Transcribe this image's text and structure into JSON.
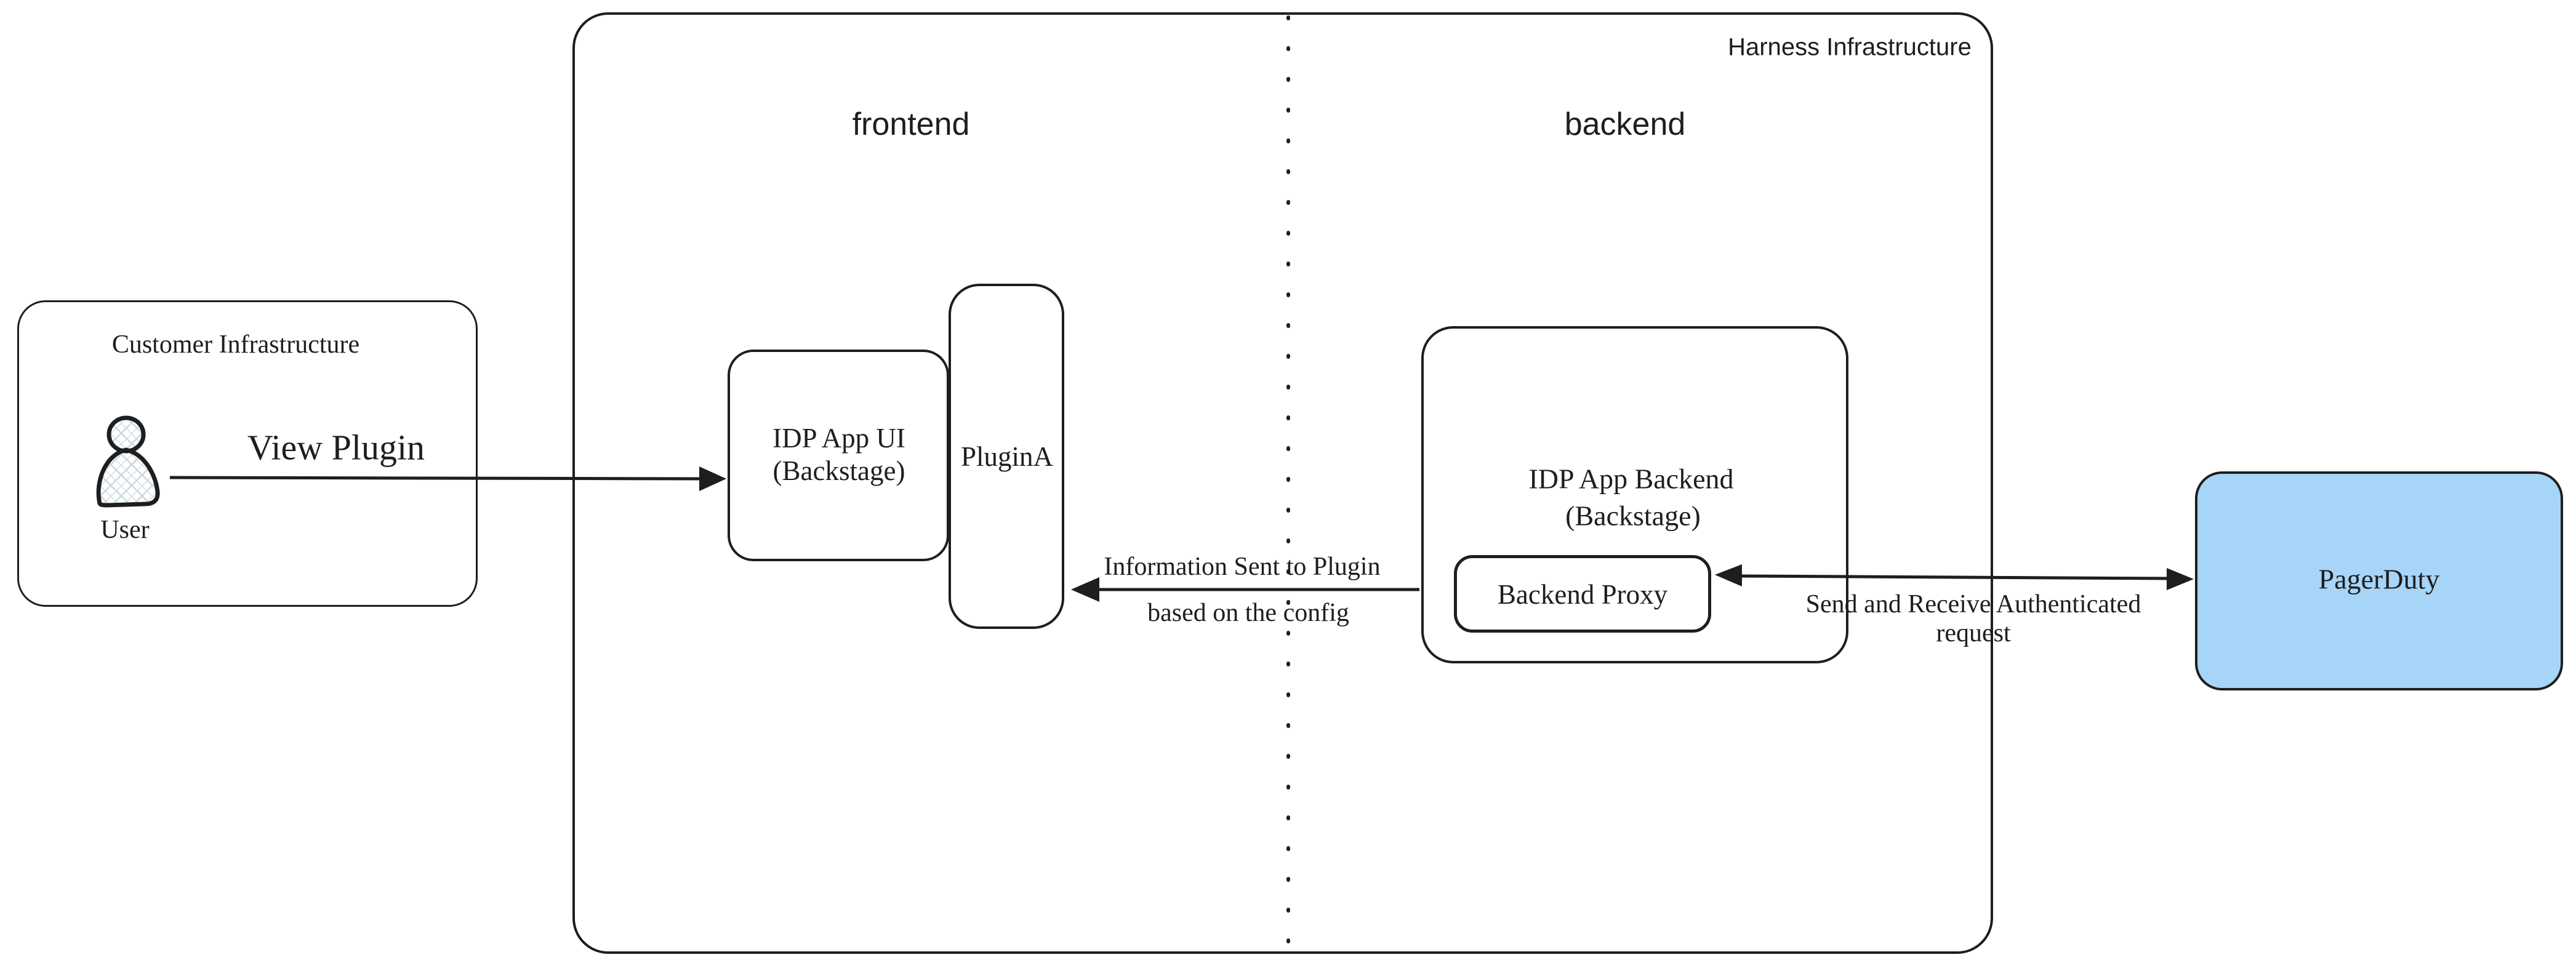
{
  "diagram": {
    "title": "IDP plugin architecture diagram",
    "colors": {
      "stroke": "#1e1e1e",
      "background": "#ffffff",
      "pagerduty_fill": "#a6d5f7",
      "hatch": "#c9d8e2"
    },
    "regions": {
      "customer": {
        "label": "Customer Infrastructure"
      },
      "harness": {
        "label": "Harness Infrastructure"
      },
      "frontend": {
        "label": "frontend"
      },
      "backend": {
        "label": "backend"
      }
    },
    "nodes": {
      "user": {
        "label": "User",
        "icon": "person-icon"
      },
      "idp_app_ui": {
        "line1": "IDP App UI",
        "line2": "(Backstage)"
      },
      "plugin_a": {
        "label": "PluginA"
      },
      "idp_app_backend": {
        "line1": "IDP App Backend",
        "line2": "(Backstage)"
      },
      "backend_proxy": {
        "label": "Backend Proxy"
      },
      "pagerduty": {
        "label": "PagerDuty"
      }
    },
    "arrows": {
      "view_plugin": {
        "label": "View Plugin",
        "direction": "right"
      },
      "info_sent": {
        "line1": "Information Sent to Plugin",
        "line2": "based on the config",
        "direction": "left"
      },
      "send_receive": {
        "line1": "Send and Receive Authenticated",
        "line2": "request",
        "direction": "both"
      }
    }
  }
}
